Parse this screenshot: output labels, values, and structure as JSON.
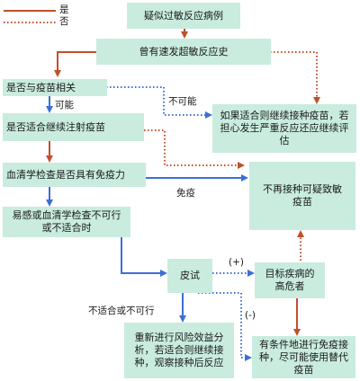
{
  "legend": {
    "yes": {
      "label": "是",
      "color": "#c0502a",
      "style": "solid"
    },
    "no": {
      "label": "否",
      "color": "#c0502a",
      "style": "dotted"
    }
  },
  "colors": {
    "node_fill": "#c9ecdf",
    "yes_arrow": "#c0502a",
    "no_arrow": "#c0502a",
    "flow_arrow": "#3c6fd6",
    "flow_dotted": "#3c6fd6"
  },
  "nodes": {
    "suspected": "疑似过敏反应病例",
    "history": "曾有速发超敏反应史",
    "vaccine_related": "是否与疫苗相关",
    "suitable_continue": "是否适合继续注射疫苗",
    "serology": "血清学检查是否具有免疫力",
    "susceptible": "易感或血清学检查不可行或不适合时",
    "continue_other": "如果适合则继续接种疫苗，若担心发生严重反应还应继续评估",
    "no_more": "不再接种可疑致敏疫苗",
    "skin_test": "皮试",
    "high_risk": "目标疾病的高危者",
    "reassess": "重新进行风险效益分析，若适合则继续接种，观察接种后反应",
    "alternative": "有条件地进行免疫接种，尽可能使用替代疫苗"
  },
  "edge_labels": {
    "possible": "可能",
    "impossible": "不可能",
    "immune": "免疫",
    "not_suitable": "不适合或不可行",
    "positive": "(+)",
    "negative": "(-)"
  }
}
